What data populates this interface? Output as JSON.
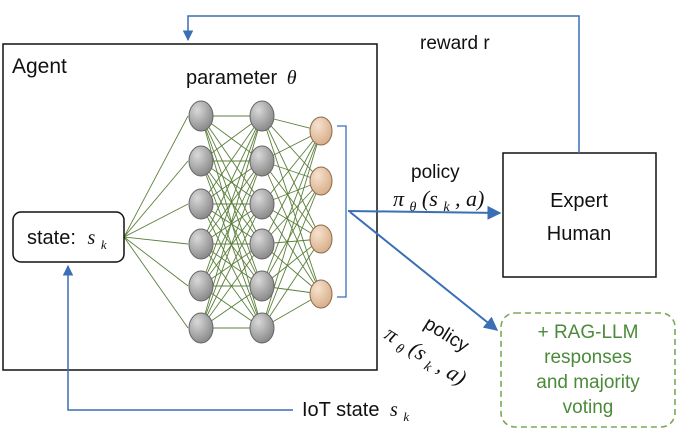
{
  "agent": {
    "title": "Agent",
    "parameter_label": "parameter",
    "parameter_symbol": "θ",
    "state_label": "state:",
    "state_symbol": "s",
    "state_sub": "k"
  },
  "expert": {
    "line1": "Expert",
    "line2": "Human"
  },
  "reward_label": "reward r",
  "policy_top": {
    "label": "policy",
    "formula": "π",
    "theta": "θ",
    "args_open": "(s",
    "args_sub": "k",
    "args_close": ", a)"
  },
  "policy_diag": {
    "label": "policy",
    "formula": "π",
    "theta": "θ",
    "args_open": "(s",
    "args_sub": "k",
    "args_close": ", a)"
  },
  "rag_box": {
    "line1": "+ RAG-LLM",
    "line2": "responses",
    "line3": "and majority",
    "line4": "voting"
  },
  "iot_state": {
    "label": "IoT state",
    "symbol": "s",
    "sub": "k"
  },
  "colors": {
    "arrow": "#3a6fb5",
    "gray_node": "#9a9a9a",
    "orange_node": "#e8c8a8",
    "edge": "#5b7f3a",
    "rag_text": "#4a8a3a",
    "rag_border": "#7aa95a"
  }
}
